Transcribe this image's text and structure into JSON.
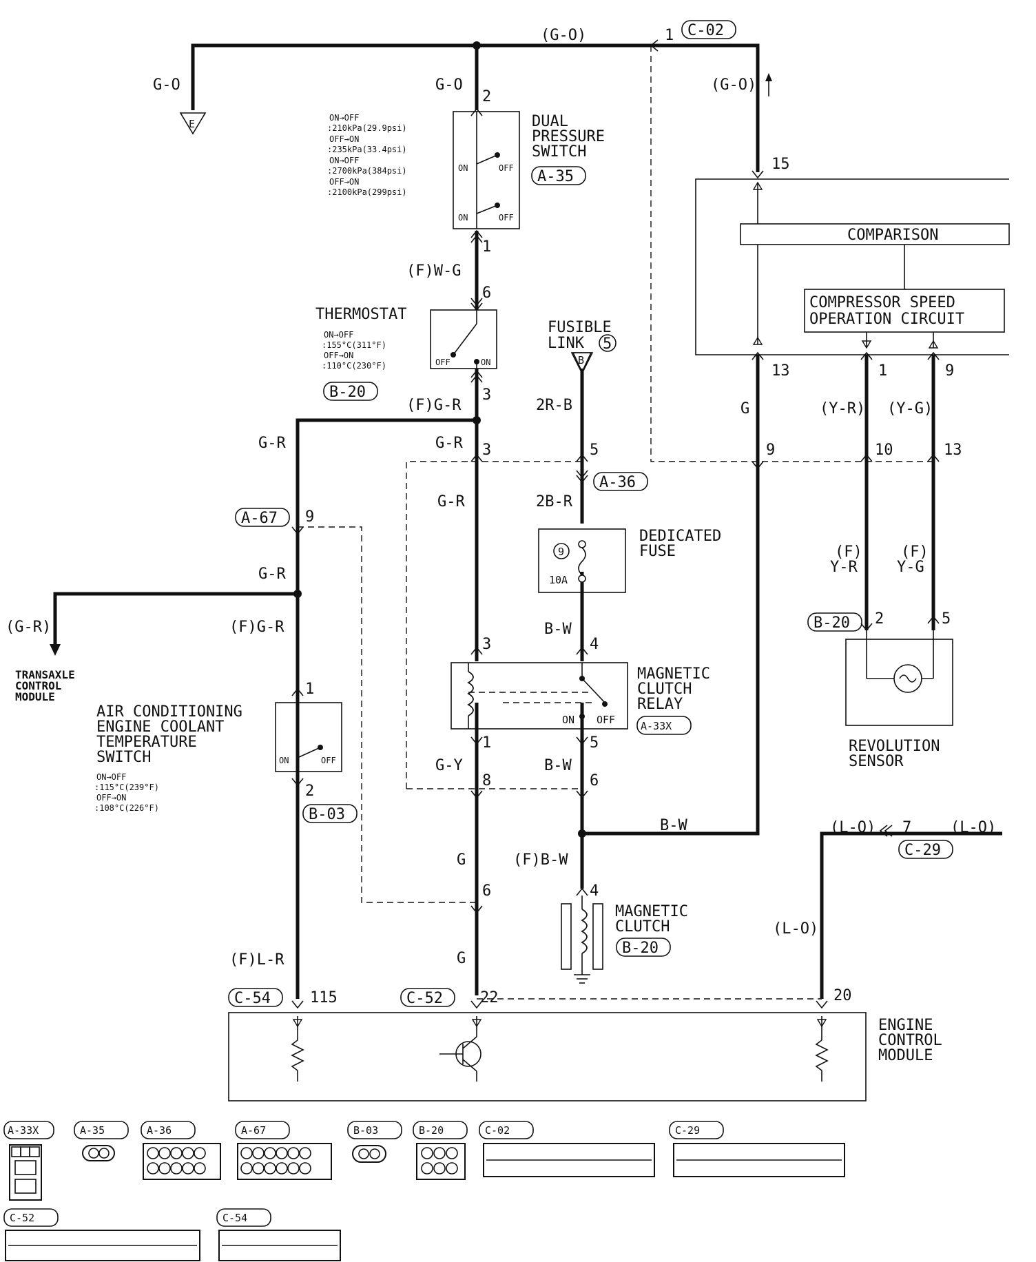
{
  "wires": {
    "go_top": "(G-O)",
    "go_left": "G-O",
    "go_mid": "G-O",
    "go_right": "(G-O)",
    "fw_g": "(F)W-G",
    "fg_r": "(F)G-R",
    "g_r_left": "G-R",
    "g_r_mid": "G-R",
    "g_r_mid2": "G-R",
    "g_r_left2": "G-R",
    "fg_r2": "(F)G-R",
    "g_r_out": "(G-R)",
    "r2_b": "2R-B",
    "b2_r": "2B-R",
    "b_w1": "B-W",
    "b_w2": "B-W",
    "b_w3": "B-W",
    "fb_w": "(F)B-W",
    "g_y": "G-Y",
    "g1": "G",
    "g2": "G",
    "g_right": "G",
    "y_r": "(Y-R)",
    "y_g": "(Y-G)",
    "fy_r": "(F)",
    "fy_r2": "Y-R",
    "fy_g": "(F)",
    "fy_g2": "Y-G",
    "fl_r": "(F)L-R",
    "l_o1": "(L-O)",
    "l_o2": "(L-O)",
    "l_o3": "(L-O)"
  },
  "pins": {
    "p1_c02": "1",
    "p2": "2",
    "p1": "1",
    "p6": "6",
    "p3": "3",
    "p15": "15",
    "p13": "13",
    "p1r": "1",
    "p9r": "9",
    "p3b": "3",
    "p5": "5",
    "p9": "9",
    "p9b": "9",
    "p10": "10",
    "p13b": "13",
    "p2b": "2",
    "p5b": "5",
    "p3c": "3",
    "p4": "4",
    "p1c": "1",
    "p1d": "1",
    "p5c": "5",
    "p2c": "2",
    "p8": "8",
    "p6b": "6",
    "p6c": "6",
    "p4b": "4",
    "p7": "7",
    "p115": "115",
    "p22": "22",
    "p20": "20"
  },
  "connectors": {
    "c02": "C-02",
    "a35": "A-35",
    "b20": "B-20",
    "a36": "A-36",
    "a67": "A-67",
    "b20b": "B-20",
    "a33x": "A-33X",
    "b03": "B-03",
    "b20c": "B-20",
    "c29": "C-29",
    "c54": "C-54",
    "c52": "C-52"
  },
  "components": {
    "dual_pressure": [
      "DUAL",
      "PRESSURE",
      "SWITCH"
    ],
    "dual_spec": [
      "ON→OFF",
      ":210kPa(29.9psi)",
      "OFF→ON",
      ":235kPa(33.4psi)",
      "ON→OFF",
      ":2700kPa(384psi)",
      "OFF→ON",
      ":2100kPa(299psi)"
    ],
    "thermostat": "THERMOSTAT",
    "thermo_spec": [
      "ON→OFF",
      ":155°C(311°F)",
      "OFF→ON",
      ":110°C(230°F)"
    ],
    "fusible_link": [
      "FUSIBLE",
      "LINK"
    ],
    "fusible_num": "5",
    "dedicated_fuse": [
      "DEDICATED",
      "FUSE"
    ],
    "fuse_num": "9",
    "fuse_amp": "10A",
    "mc_relay": [
      "MAGNETIC",
      "CLUTCH",
      "RELAY"
    ],
    "mag_clutch": [
      "MAGNETIC",
      "CLUTCH"
    ],
    "ac_switch": [
      "AIR CONDITIONING",
      "ENGINE COOLANT",
      "TEMPERATURE",
      "SWITCH"
    ],
    "ac_spec": [
      "ON→OFF",
      ":115°C(239°F)",
      "OFF→ON",
      ":108°C(226°F)"
    ],
    "tcm": [
      "TRANSAXLE",
      "CONTROL",
      "MODULE"
    ],
    "comparison": "COMPARISON",
    "comp_speed": [
      "COMPRESSOR SPEED",
      "OPERATION CIRCUIT"
    ],
    "rev_sensor": [
      "REVOLUTION",
      "SENSOR"
    ],
    "ecm": [
      "ENGINE",
      "CONTROL",
      "MODULE"
    ],
    "on": "ON",
    "off": "OFF",
    "ground_e": "E",
    "fuse_b": "B"
  },
  "legend": {
    "a33x": "A-33X",
    "a35": "A-35",
    "a36": "A-36",
    "a67": "A-67",
    "b03": "B-03",
    "b20": "B-20",
    "c02": "C-02",
    "c29": "C-29",
    "c52": "C-52",
    "c54": "C-54"
  }
}
